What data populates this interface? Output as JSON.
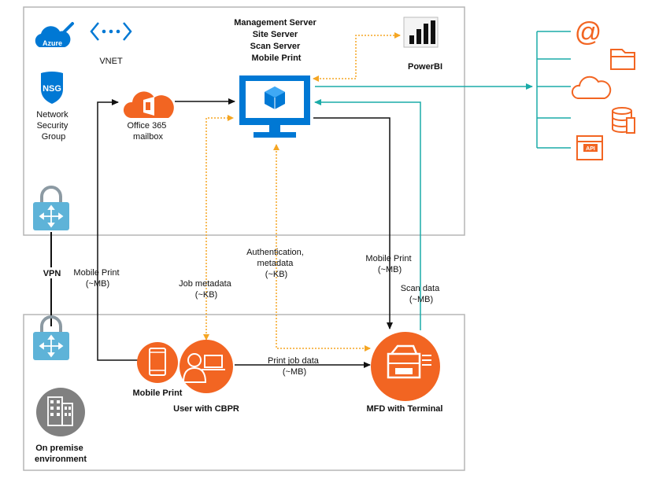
{
  "colors": {
    "orange": "#f26522",
    "blue": "#0078d4",
    "teal": "#1aaba8",
    "dotted": "#f5a623",
    "gray": "#808080",
    "lock": "#5eb3d8",
    "box_border": "#b5b5b5"
  },
  "cloud": {
    "azure_label": "Azure",
    "vnet_label": "VNET",
    "nsg_badge": "NSG",
    "nsg_label": [
      "Network",
      "Security",
      "Group"
    ],
    "office_label": [
      "Office 365",
      "mailbox"
    ],
    "server_label": [
      "Management Server",
      "Site Server",
      "Scan Server",
      "Mobile Print"
    ],
    "powerbi_label": "PowerBI"
  },
  "integrations": {
    "api_label": "API",
    "at_sign": "@"
  },
  "links": {
    "vpn": "VPN",
    "mobile_print_left": [
      "Mobile Print",
      "(~MB)"
    ],
    "job_metadata": [
      "Job metadata",
      "(~KB)"
    ],
    "auth_metadata": [
      "Authentication,",
      "metadata",
      "(~KB)"
    ],
    "mobile_print_right": [
      "Mobile Print",
      "(~MB)"
    ],
    "scan_data": [
      "Scan data",
      "(~MB)"
    ],
    "print_job": [
      "Print job data",
      "(~MB)"
    ]
  },
  "onprem": {
    "mobile_print": "Mobile Print",
    "user": "User with CBPR",
    "mfd": "MFD with Terminal",
    "env_label": [
      "On premise",
      "environment"
    ]
  }
}
